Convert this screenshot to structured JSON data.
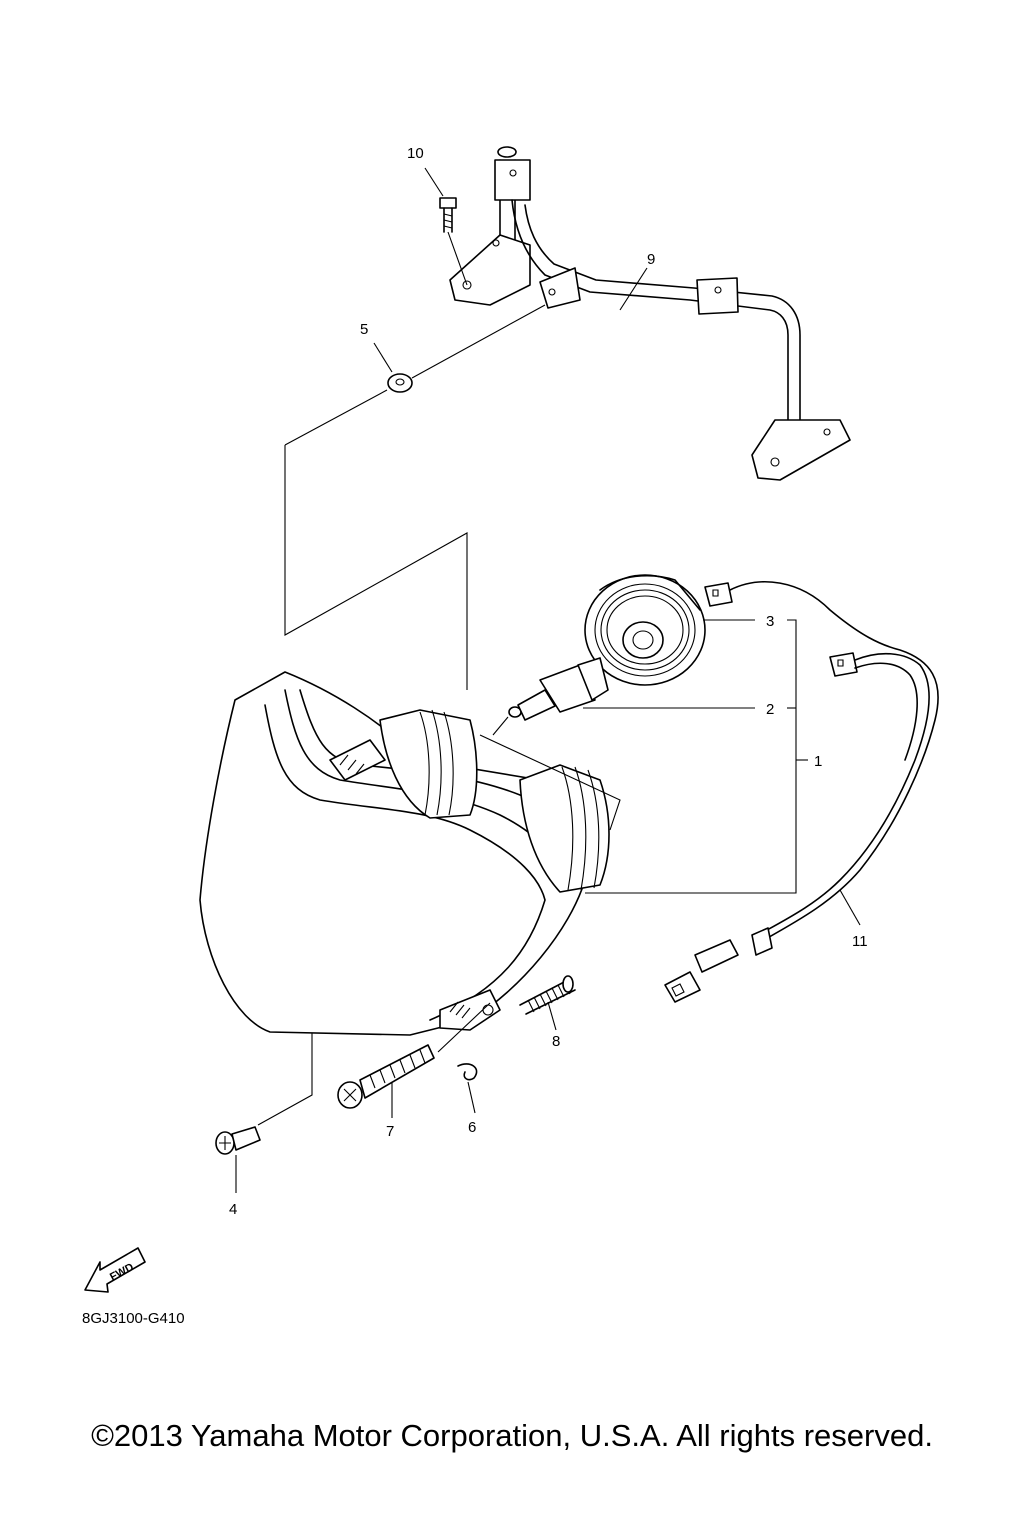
{
  "diagram": {
    "callouts": {
      "c1": "1",
      "c2": "2",
      "c3": "3",
      "c4": "4",
      "c5": "5",
      "c6": "6",
      "c7": "7",
      "c8": "8",
      "c9": "9",
      "c10": "10",
      "c11": "11"
    },
    "fwd_label": "FWD",
    "drawing_code": "8GJ3100-G410"
  },
  "footer": {
    "copyright": "©2013 Yamaha Motor Corporation, U.S.A. All rights reserved."
  }
}
